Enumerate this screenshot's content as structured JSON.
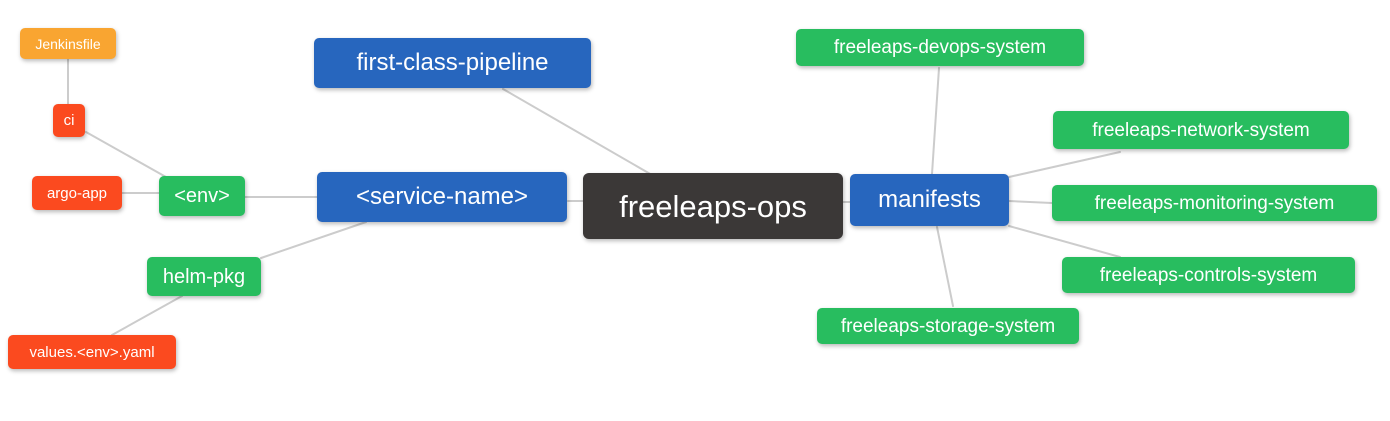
{
  "diagram": {
    "title": "freeleaps-ops mind map",
    "palette": {
      "root_bg": "#3b3837",
      "branch_blue_bg": "#2766be",
      "group_green_bg": "#28bd5f",
      "leaf_red_bg": "#fb4a1f",
      "leaf_orange_bg": "#f9a531",
      "edge_line": "#cccccc",
      "node_text": "#ffffff",
      "canvas_bg": "#ffffff"
    },
    "nodes": {
      "root": {
        "label": "freeleaps-ops"
      },
      "first_class_pipeline": {
        "label": "first-class-pipeline"
      },
      "service_name": {
        "label": "<service-name>"
      },
      "manifests": {
        "label": "manifests"
      },
      "env": {
        "label": "<env>"
      },
      "helm_pkg": {
        "label": "helm-pkg"
      },
      "jenkinsfile": {
        "label": "Jenkinsfile"
      },
      "ci": {
        "label": "ci"
      },
      "argo_app": {
        "label": "argo-app"
      },
      "values_env_yaml": {
        "label": "values.<env>.yaml"
      },
      "devops_system": {
        "label": "freeleaps-devops-system"
      },
      "network_system": {
        "label": "freeleaps-network-system"
      },
      "monitoring_system": {
        "label": "freeleaps-monitoring-system"
      },
      "controls_system": {
        "label": "freeleaps-controls-system"
      },
      "storage_system": {
        "label": "freeleaps-storage-system"
      }
    }
  }
}
